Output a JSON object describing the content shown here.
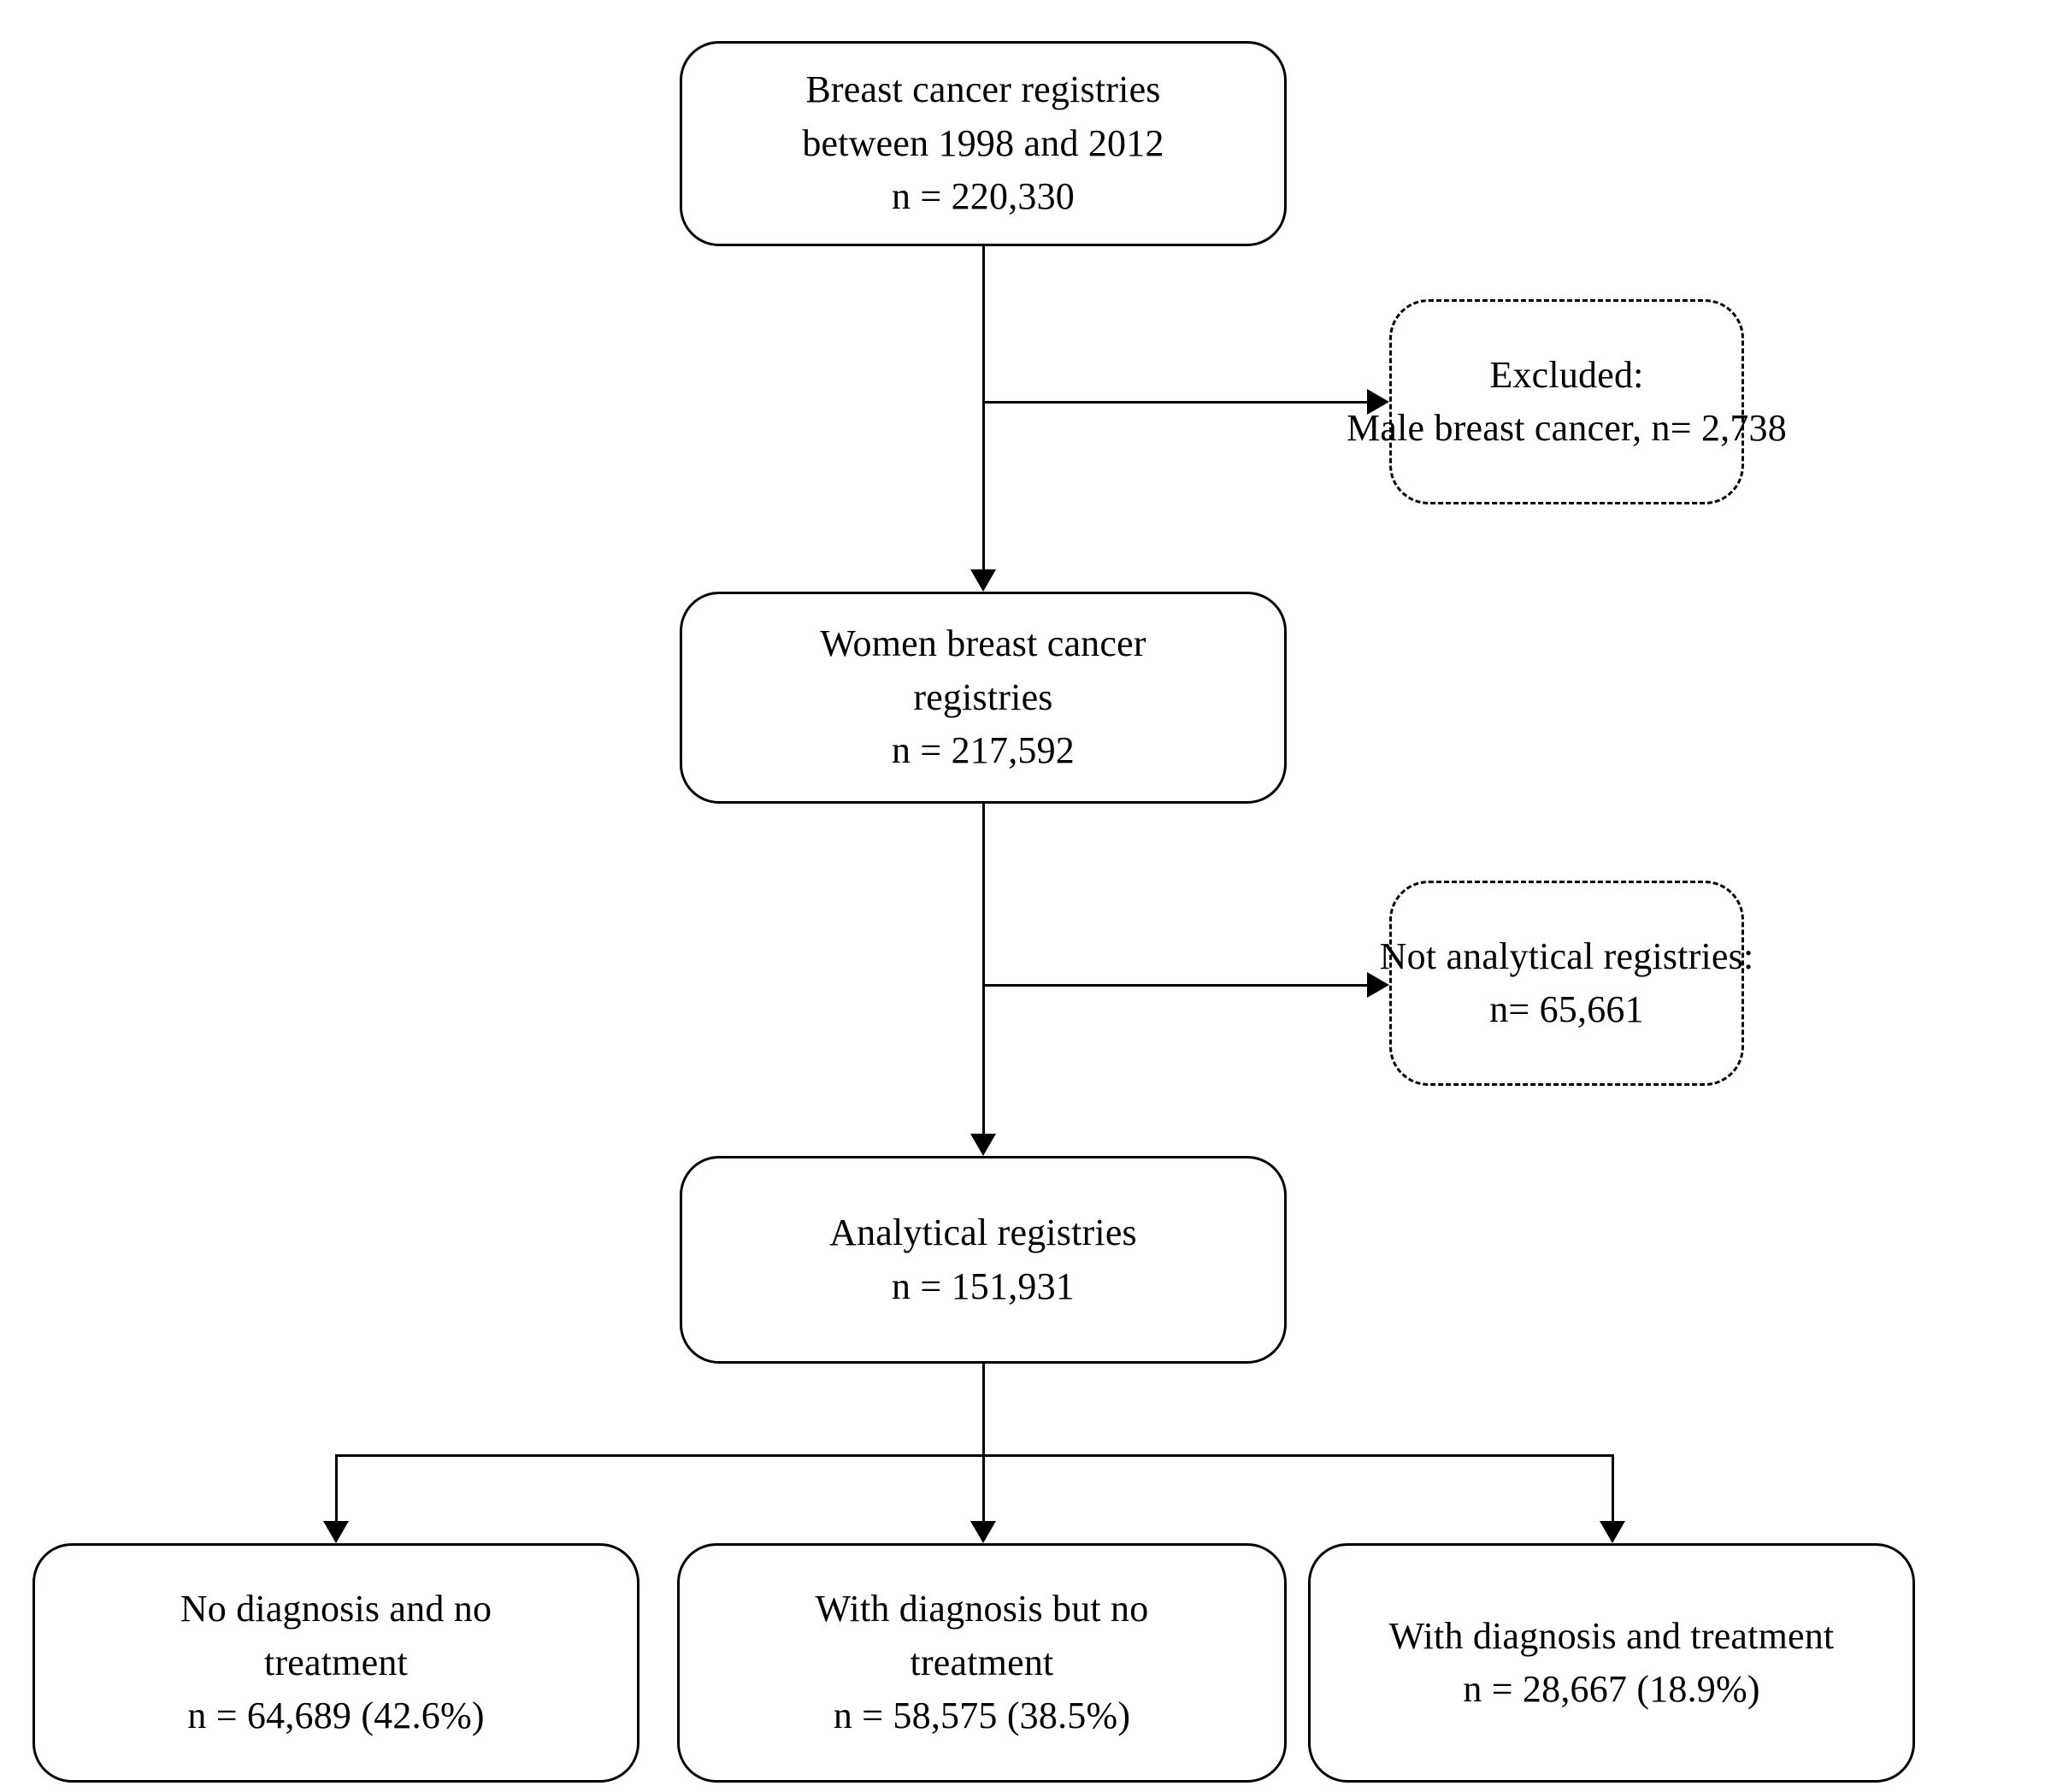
{
  "diagram": {
    "title": "Breast cancer registry study flow diagram",
    "stroke_color": "#000000",
    "background_color": "#ffffff",
    "nodes": {
      "source": {
        "lines": [
          "Breast cancer registries",
          "between 1998 and 2012",
          "n = 220,330"
        ]
      },
      "women": {
        "lines": [
          "Women breast cancer",
          "registries",
          "n = 217,592"
        ]
      },
      "analytical": {
        "lines": [
          "Analytical  registries",
          "n = 151,931"
        ]
      }
    },
    "exclusions": [
      {
        "lines": [
          "Excluded:",
          "Male  breast cancer, n= 2,738"
        ]
      },
      {
        "lines": [
          "Not analytical  registries:",
          "n= 65,661"
        ]
      }
    ],
    "outcomes": [
      {
        "lines": [
          "No diagnosis and no",
          "treatment",
          "n = 64,689 (42.6%)"
        ]
      },
      {
        "lines": [
          "With diagnosis but no",
          "treatment",
          "n = 58,575 (38.5%)"
        ]
      },
      {
        "lines": [
          "With diagnosis and treatment",
          "n = 28,667 (18.9%)"
        ]
      }
    ]
  }
}
